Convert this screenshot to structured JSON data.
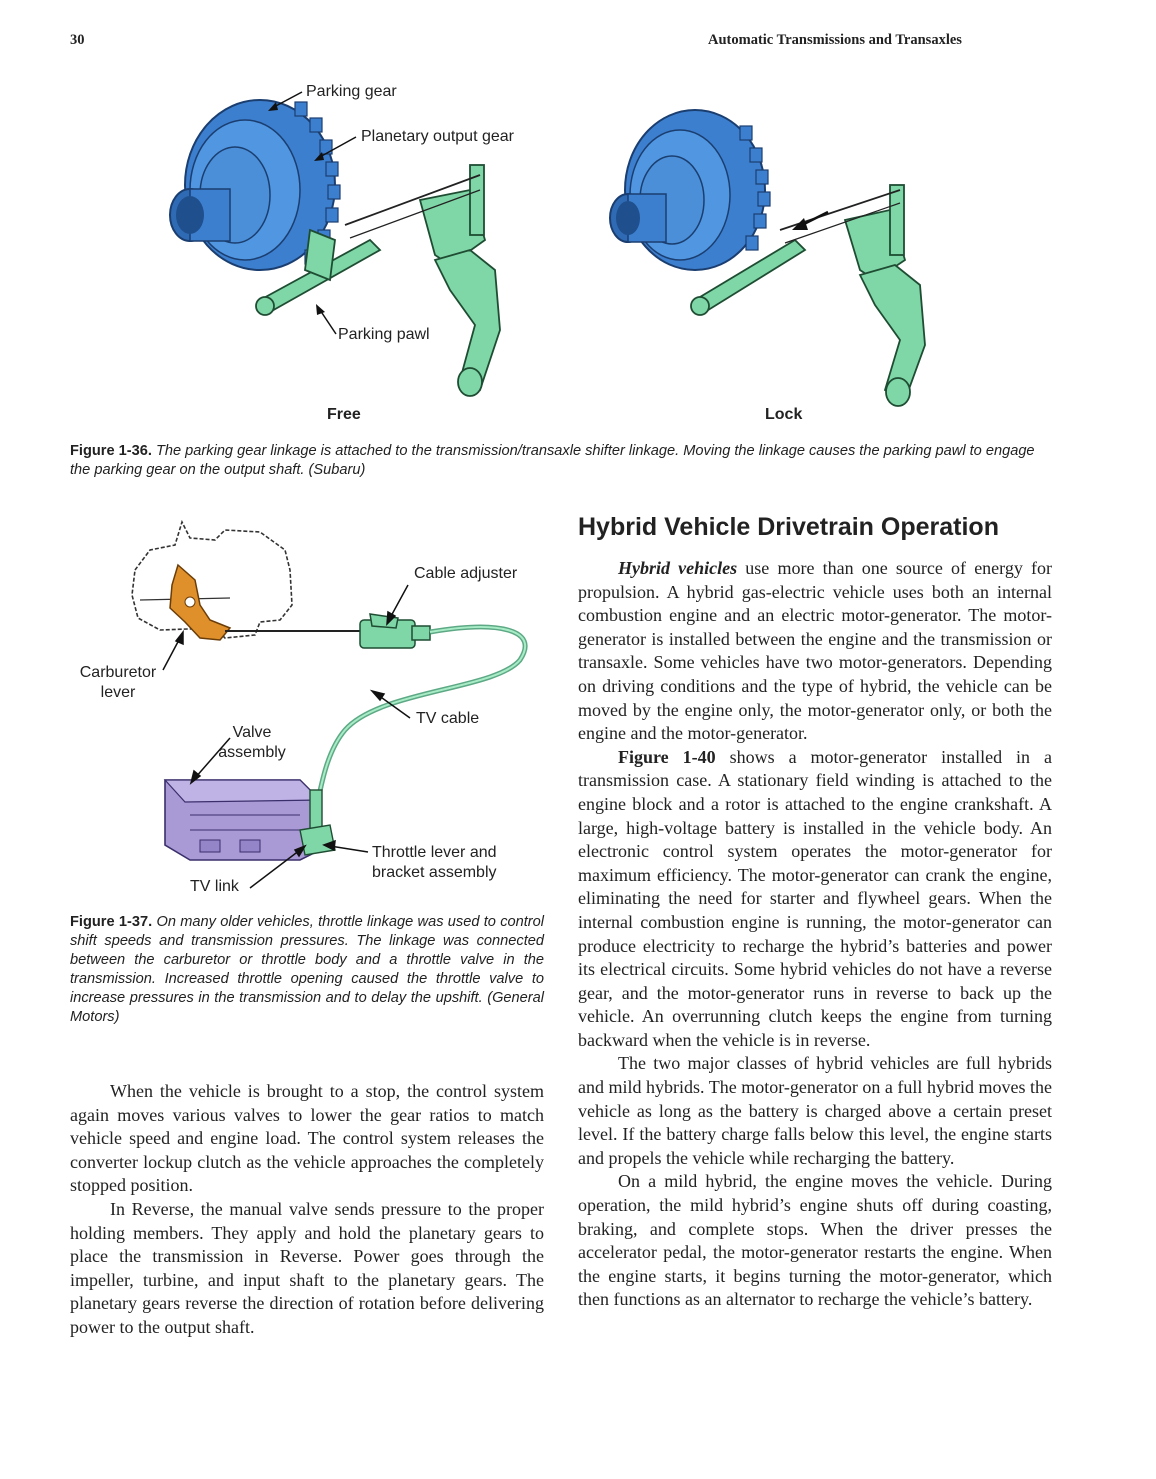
{
  "header": {
    "page_number": "30",
    "running_title": "Automatic Transmissions and Transaxles"
  },
  "figure_36": {
    "labels": {
      "parking_gear": "Parking gear",
      "planetary_output_gear": "Planetary output gear",
      "parking_pawl": "Parking pawl",
      "free": "Free",
      "lock": "Lock"
    },
    "caption_number": "Figure 1-36.",
    "caption_text": "The parking gear linkage is attached to the transmission/transaxle shifter linkage. Moving the linkage causes the parking pawl to engage the parking gear on the output shaft. (Subaru)"
  },
  "figure_37": {
    "labels": {
      "cable_adjuster": "Cable adjuster",
      "carburetor_lever_1": "Carburetor",
      "carburetor_lever_2": "lever",
      "tv_cable": "TV cable",
      "valve_assembly_1": "Valve",
      "valve_assembly_2": "assembly",
      "throttle_lever_1": "Throttle lever and",
      "throttle_lever_2": "bracket assembly",
      "tv_link": "TV link"
    },
    "caption_number": "Figure 1-37.",
    "caption_text": "On many older vehicles, throttle linkage was used to control shift speeds and transmission pressures. The linkage was connected between the carburetor or throttle body and a throttle valve in the transmission. Increased throttle opening caused the throttle valve to increase pressures in the transmission and to delay the upshift. (General Motors)"
  },
  "left_column": {
    "paragraphs": [
      "When the vehicle is brought to a stop, the control system again moves various valves to lower the gear ratios to match vehicle speed and engine load. The control system releases the converter lockup clutch as the vehicle approaches the completely stopped position.",
      "In Reverse, the manual valve sends pressure to the proper holding members. They apply and hold the planetary gears to place the transmission in Reverse. Power goes through the impeller, turbine, and input shaft to the planetary gears. The planetary gears reverse the direction of rotation before delivering power to the output shaft."
    ]
  },
  "right_column": {
    "heading": "Hybrid Vehicle Drivetrain Operation",
    "p1_term": "Hybrid vehicles",
    "p1_rest": " use more than one source of energy for propulsion. A hybrid gas-electric vehicle uses both an internal combustion engine and an electric motor-generator. The motor-generator is installed between the engine and the transmission or transaxle. Some vehicles have two motor-generators. Depending on driving conditions and the type of hybrid, the vehicle can be moved by the engine only, the motor-generator only, or both the engine and the motor-generator.",
    "p2_ref": "Figure 1-40",
    "p2_rest": " shows a motor-generator installed in a transmission case. A stationary field winding is attached to the engine block and a rotor is attached to the engine crankshaft. A large, high-voltage battery is installed in the vehicle body. An electronic control system operates the motor-generator for maximum efficiency. The motor-generator can crank the engine, eliminating the need for starter and flywheel gears. When the internal combustion engine is running, the motor-generator can produce electricity to recharge the hybrid’s batteries and power its electrical circuits. Some hybrid vehicles do not have a reverse gear, and the motor-generator runs in reverse to back up the vehicle. An overrunning clutch keeps the engine from turning backward when the vehicle is in reverse.",
    "p3": "The two major classes of hybrid vehicles are full hybrids and mild hybrids. The motor-generator on a full hybrid moves the vehicle as long as the battery is charged above a certain preset level. If the battery charge falls below this level, the engine starts and propels the vehicle while recharging the battery.",
    "p4": "On a mild hybrid, the engine moves the vehicle. During operation, the mild hybrid’s engine shuts off during coasting, braking, and complete stops. When the driver presses the accelerator pedal, the motor-generator restarts the engine. When the engine starts, it begins turning the motor-generator, which then functions as an alternator to recharge the vehicle’s battery."
  },
  "colors": {
    "gear_blue": "#4a8fd8",
    "linkage_green": "#7fd6a6",
    "valve_purple": "#a99ad6",
    "lever_orange": "#e0902a"
  }
}
